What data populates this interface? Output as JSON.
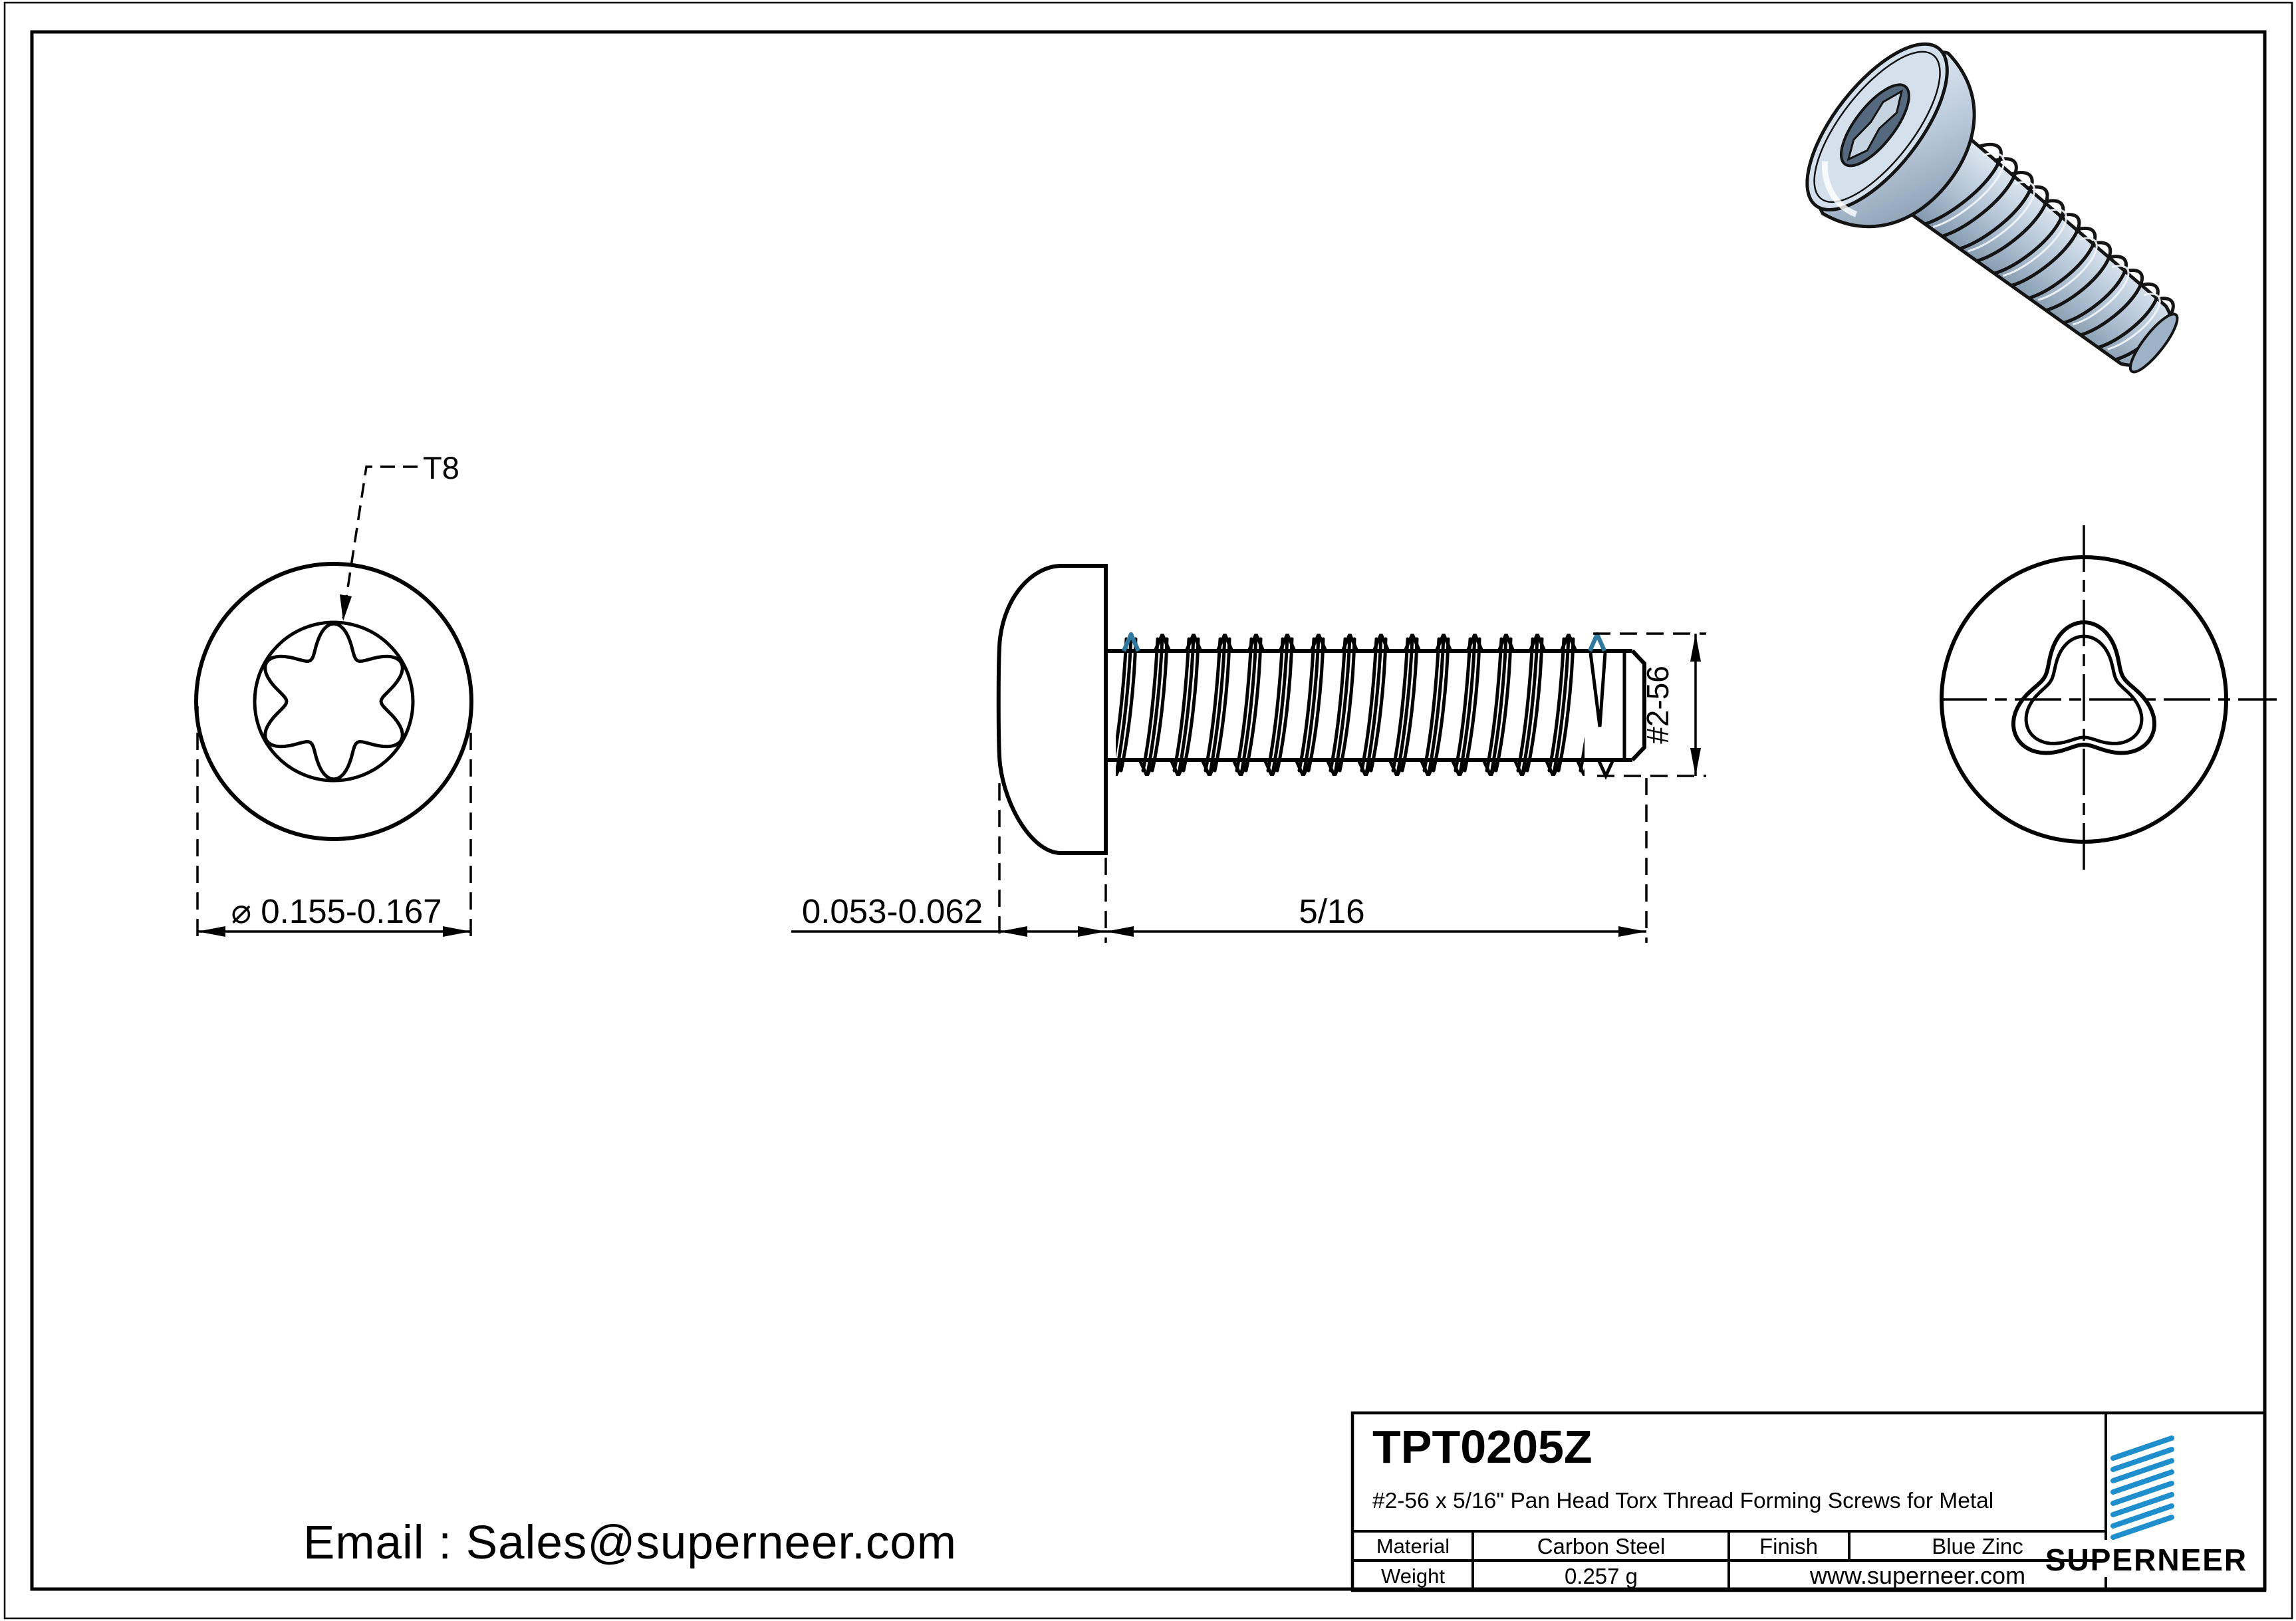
{
  "title_block": {
    "part_number": "TPT0205Z",
    "description": "#2-56 x 5/16\" Pan Head Torx Thread Forming Screws for Metal",
    "material_label": "Material",
    "material_value": "Carbon Steel",
    "finish_label": "Finish",
    "finish_value": "Blue Zinc",
    "weight_label": "Weight",
    "weight_value": "0.257 g",
    "website": "www.superneer.com",
    "brand": "SUPERNEER"
  },
  "contact": {
    "email_line": "Email : Sales@superneer.com"
  },
  "dimensions": {
    "drive_size": "T8",
    "head_diameter": "⌀ 0.155-0.167",
    "head_height": "0.053-0.062",
    "thread_length": "5/16",
    "thread_size": "#2-56"
  },
  "colors": {
    "brand_blue": "#1E8FCC",
    "link_blue": "#2A7FD6",
    "crest_highlight": "#31789F"
  }
}
